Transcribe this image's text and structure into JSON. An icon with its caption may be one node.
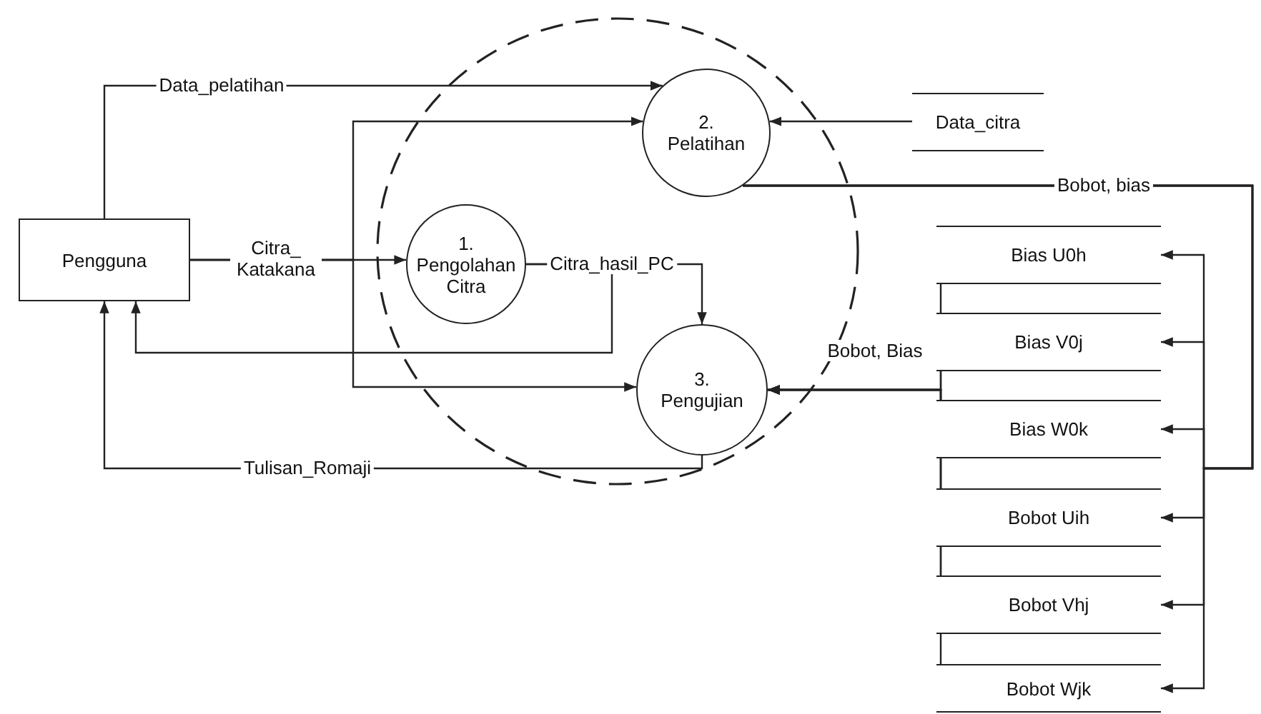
{
  "diagram": {
    "nodes": [
      {
        "text": [],
        "shape": "circle"
      },
      {
        "text": [
          "Pengguna"
        ]
      },
      {
        "text": [
          "1.",
          "Pengolahan Citra"
        ],
        "in": 0
      },
      {
        "text": [
          "2.",
          "Pelatihan"
        ],
        "in": 0
      },
      {
        "text": [
          "3.",
          "Pengujian"
        ],
        "in": 0
      },
      {
        "text": [
          "Data_citra"
        ]
      },
      {
        "text": [
          "Bias U0h"
        ]
      },
      {
        "text": [
          "Bias V0j"
        ]
      },
      {
        "text": [
          "Bias W0k"
        ]
      },
      {
        "text": [
          "Bobot Uih"
        ]
      },
      {
        "text": [
          "Bobot Vhj"
        ]
      },
      {
        "text": [
          "Bobot Wjk"
        ]
      }
    ],
    "edges": [
      {
        "from": 1,
        "to": 3,
        "arrow": "to",
        "label": "Data_pelatihan"
      },
      {
        "from": 1,
        "to": 2,
        "arrow": "to",
        "label": "Citra_ Katakana"
      },
      {
        "from": 1,
        "to": 3,
        "arrow": "to"
      },
      {
        "from": 1,
        "to": 4,
        "arrow": "to"
      },
      {
        "from": 2,
        "to": 4,
        "arrow": "to",
        "label": "Citra_hasil_PC"
      },
      {
        "from": 2,
        "to": 1,
        "arrow": "to"
      },
      {
        "from": 4,
        "to": 1,
        "arrow": "to",
        "label": "Tulisan_Romaji"
      },
      {
        "from": 5,
        "to": 3,
        "arrow": "to"
      },
      {
        "from": 3,
        "to": 6,
        "arrow": "to",
        "label": "Bobot, bias"
      },
      {
        "from": 3,
        "to": 7,
        "arrow": "to"
      },
      {
        "from": 3,
        "to": 8,
        "arrow": "to"
      },
      {
        "from": 3,
        "to": 9,
        "arrow": "to"
      },
      {
        "from": 3,
        "to": 10,
        "arrow": "to"
      },
      {
        "from": 3,
        "to": 11,
        "arrow": "to"
      },
      {
        "from": 6,
        "to": 4,
        "arrow": "to",
        "label": "Bobot, Bias"
      },
      {
        "from": 7,
        "to": 4,
        "arrow": "to"
      },
      {
        "from": 8,
        "to": 4,
        "arrow": "to"
      },
      {
        "from": 9,
        "to": 4,
        "arrow": "to"
      },
      {
        "from": 10,
        "to": 4,
        "arrow": "to"
      },
      {
        "from": 11,
        "to": 4,
        "arrow": "to"
      }
    ]
  }
}
